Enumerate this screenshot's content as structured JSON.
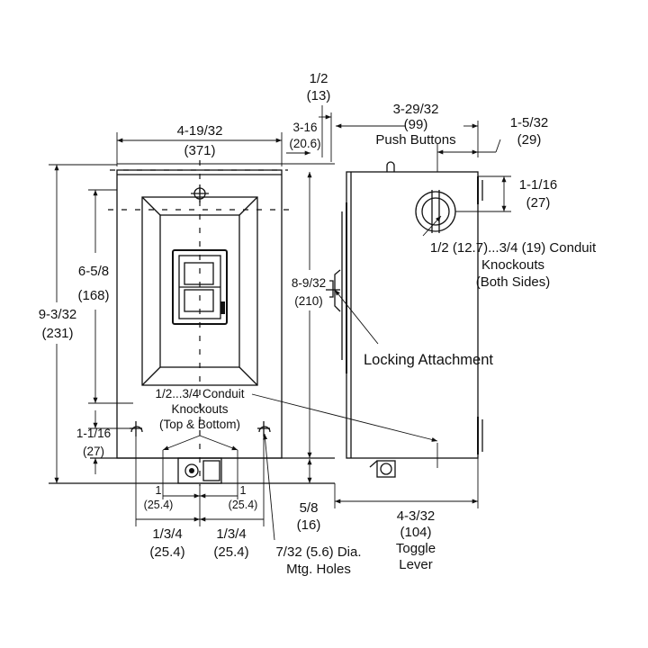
{
  "dimensions": {
    "overall_width": {
      "inches": "4-19/32",
      "mm": "(371)"
    },
    "top_offset": {
      "inches": "1/2",
      "mm": "(13)"
    },
    "side_offset": {
      "inches": "3-16",
      "mm": "(20.6)"
    },
    "push_buttons": {
      "inches": "3-29/32",
      "mm": "(99)",
      "label": "Push Buttons"
    },
    "button_width": {
      "inches": "1-5/32",
      "mm": "(29)"
    },
    "knockout_offset": {
      "inches": "1-1/16",
      "mm": "(27)"
    },
    "mounting_height": {
      "inches": "6-5/8",
      "mm": "(168)"
    },
    "overall_height": {
      "inches": "9-3/32",
      "mm": "(231)"
    },
    "side_height": {
      "inches": "8-9/32",
      "mm": "(210)"
    },
    "bottom_hole_offset": {
      "inches": "1-1/16",
      "mm": "(27)"
    },
    "left_center": {
      "inches": "1",
      "mm": "(25.4)"
    },
    "right_center": {
      "inches": "1",
      "mm": "(25.4)"
    },
    "left_spacing": {
      "inches": "1/3/4",
      "mm": "(25.4)"
    },
    "right_spacing": {
      "inches": "1/3/4",
      "mm": "(25.4)"
    },
    "base_offset": {
      "inches": "5/8",
      "mm": "(16)"
    },
    "toggle_lever": {
      "inches": "4-3/32",
      "mm": "(104)",
      "line1": "Toggle",
      "line2": "Lever"
    }
  },
  "callouts": {
    "side_knockouts": {
      "line1": "1/2 (12.7)...3/4 (19) Conduit",
      "line2": "Knockouts",
      "line3": "(Both Sides)"
    },
    "locking_attachment": "Locking Attachment",
    "top_bottom_knockouts": {
      "line1": "1/2...3/4 Conduit",
      "line2": "Knockouts",
      "line3": "(Top & Bottom)"
    },
    "mounting_holes": {
      "line1": "7/32 (5.6) Dia.",
      "line2": "Mtg. Holes"
    }
  }
}
